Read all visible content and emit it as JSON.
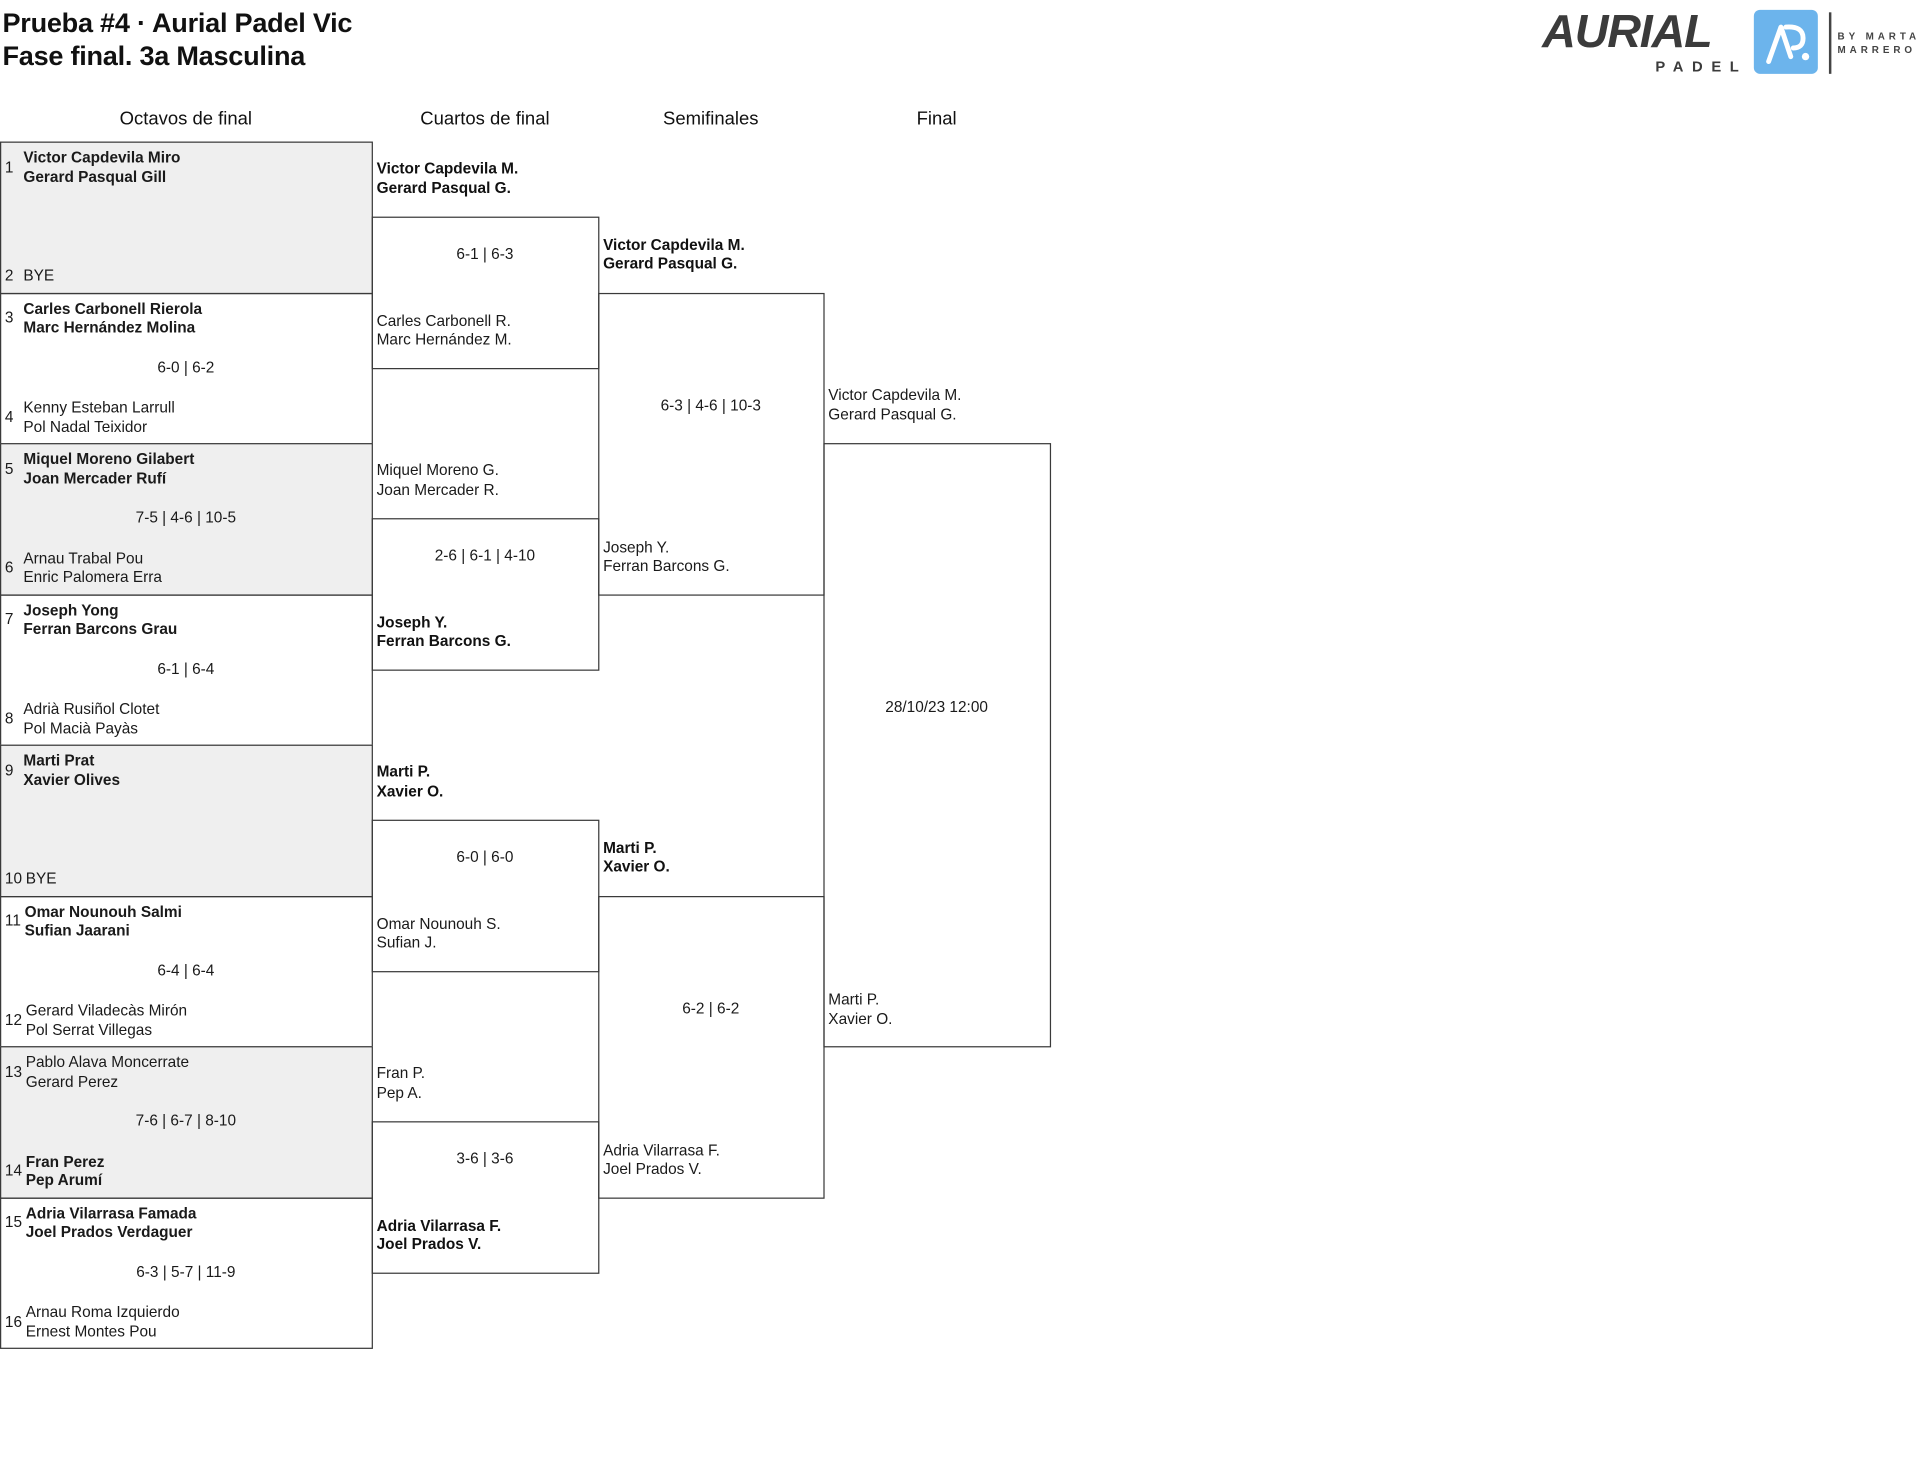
{
  "header": {
    "title_line1": "Prueba #4 · Aurial Padel Vic",
    "title_line2": "Fase final. 3a Masculina"
  },
  "logo": {
    "brand": "AURIAL",
    "sub": "PADEL",
    "by_line1": "BY MARTA",
    "by_line2": "MARRERO",
    "accent_color": "#6cb4ec"
  },
  "rounds": [
    {
      "label": "Octavos de final",
      "matches": [
        {
          "top": {
            "seed": "1",
            "names": [
              "Victor Capdevila Miro",
              "Gerard Pasqual Gill"
            ]
          },
          "bottom": {
            "seed": "2",
            "names": [
              "BYE"
            ]
          },
          "score": "",
          "winner": "top"
        },
        {
          "top": {
            "seed": "3",
            "names": [
              "Carles Carbonell Rierola",
              "Marc Hernández Molina"
            ]
          },
          "bottom": {
            "seed": "4",
            "names": [
              "Kenny Esteban Larrull",
              "Pol Nadal Teixidor"
            ]
          },
          "score": "6-0 | 6-2",
          "winner": "top"
        },
        {
          "top": {
            "seed": "5",
            "names": [
              "Miquel Moreno Gilabert",
              "Joan Mercader Rufí"
            ]
          },
          "bottom": {
            "seed": "6",
            "names": [
              "Arnau Trabal Pou",
              "Enric Palomera Erra"
            ]
          },
          "score": "7-5 | 4-6 | 10-5",
          "winner": "top"
        },
        {
          "top": {
            "seed": "7",
            "names": [
              "Joseph Yong",
              "Ferran Barcons Grau"
            ]
          },
          "bottom": {
            "seed": "8",
            "names": [
              "Adrià Rusiñol Clotet",
              "Pol Macià Payàs"
            ]
          },
          "score": "6-1 | 6-4",
          "winner": "top"
        },
        {
          "top": {
            "seed": "9",
            "names": [
              "Marti Prat",
              "Xavier Olives"
            ]
          },
          "bottom": {
            "seed": "10",
            "names": [
              "BYE"
            ]
          },
          "score": "",
          "winner": "top"
        },
        {
          "top": {
            "seed": "11",
            "names": [
              "Omar Nounouh Salmi",
              "Sufian Jaarani"
            ]
          },
          "bottom": {
            "seed": "12",
            "names": [
              "Gerard Viladecàs Mirón",
              "Pol Serrat Villegas"
            ]
          },
          "score": "6-4 | 6-4",
          "winner": "top"
        },
        {
          "top": {
            "seed": "13",
            "names": [
              "Pablo Alava Moncerrate",
              "Gerard Perez"
            ]
          },
          "bottom": {
            "seed": "14",
            "names": [
              "Fran Perez",
              "Pep Arumí"
            ]
          },
          "score": "7-6 | 6-7 | 8-10",
          "winner": "bottom"
        },
        {
          "top": {
            "seed": "15",
            "names": [
              "Adria Vilarrasa Famada",
              "Joel Prados Verdaguer"
            ]
          },
          "bottom": {
            "seed": "16",
            "names": [
              "Arnau Roma Izquierdo",
              "Ernest Montes Pou"
            ]
          },
          "score": "6-3 | 5-7 | 11-9",
          "winner": "top"
        }
      ]
    },
    {
      "label": "Cuartos de final",
      "matches": [
        {
          "top": {
            "names": [
              "Victor Capdevila M.",
              "Gerard Pasqual G."
            ]
          },
          "bottom": {
            "names": [
              "Carles Carbonell R.",
              "Marc Hernández M."
            ]
          },
          "score": "6-1 | 6-3",
          "winner": "top"
        },
        {
          "top": {
            "names": [
              "Miquel Moreno G.",
              "Joan Mercader R."
            ]
          },
          "bottom": {
            "names": [
              "Joseph Y.",
              "Ferran Barcons G."
            ]
          },
          "score": "2-6 | 6-1 | 4-10",
          "winner": "bottom"
        },
        {
          "top": {
            "names": [
              "Marti P.",
              "Xavier O."
            ]
          },
          "bottom": {
            "names": [
              "Omar Nounouh S.",
              "Sufian J."
            ]
          },
          "score": "6-0 | 6-0",
          "winner": "top"
        },
        {
          "top": {
            "names": [
              "Fran P.",
              "Pep A."
            ]
          },
          "bottom": {
            "names": [
              "Adria Vilarrasa F.",
              "Joel Prados V."
            ]
          },
          "score": "3-6 | 3-6",
          "winner": "bottom"
        }
      ]
    },
    {
      "label": "Semifinales",
      "matches": [
        {
          "top": {
            "names": [
              "Victor Capdevila M.",
              "Gerard Pasqual G."
            ]
          },
          "bottom": {
            "names": [
              "Joseph Y.",
              "Ferran Barcons G."
            ]
          },
          "score": "6-3 | 4-6 | 10-3",
          "winner": "top"
        },
        {
          "top": {
            "names": [
              "Marti P.",
              "Xavier O."
            ]
          },
          "bottom": {
            "names": [
              "Adria Vilarrasa F.",
              "Joel Prados V."
            ]
          },
          "score": "6-2 | 6-2",
          "winner": "top"
        }
      ]
    },
    {
      "label": "Final",
      "matches": [
        {
          "top": {
            "names": [
              "Victor Capdevila M.",
              "Gerard Pasqual G."
            ]
          },
          "bottom": {
            "names": [
              "Marti P.",
              "Xavier O."
            ]
          },
          "score": "28/10/23 12:00",
          "winner": ""
        }
      ]
    }
  ]
}
